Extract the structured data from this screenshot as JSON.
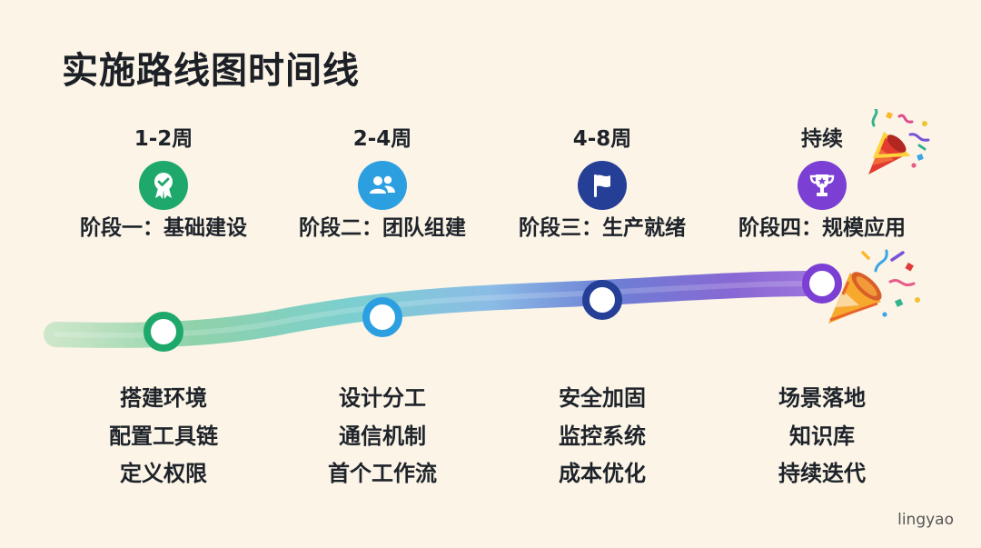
{
  "title": "实施路线图时间线",
  "watermark": "lingyao",
  "stages": [
    {
      "duration": "1-2周",
      "name": "阶段一：基础建设",
      "icon": "award-ribbon-icon",
      "color": "#1fa86b",
      "tasks": [
        "搭建环境",
        "配置工具链",
        "定义权限"
      ]
    },
    {
      "duration": "2-4周",
      "name": "阶段二：团队组建",
      "icon": "team-people-icon",
      "color": "#2b9fe0",
      "tasks": [
        "设计分工",
        "通信机制",
        "首个工作流"
      ]
    },
    {
      "duration": "4-8周",
      "name": "阶段三：生产就绪",
      "icon": "flag-icon",
      "color": "#253f96",
      "tasks": [
        "安全加固",
        "监控系统",
        "成本优化"
      ]
    },
    {
      "duration": "持续",
      "name": "阶段四：规模应用",
      "icon": "trophy-icon",
      "color": "#7b3fd3",
      "tasks": [
        "场景落地",
        "知识库",
        "持续迭代"
      ]
    }
  ]
}
